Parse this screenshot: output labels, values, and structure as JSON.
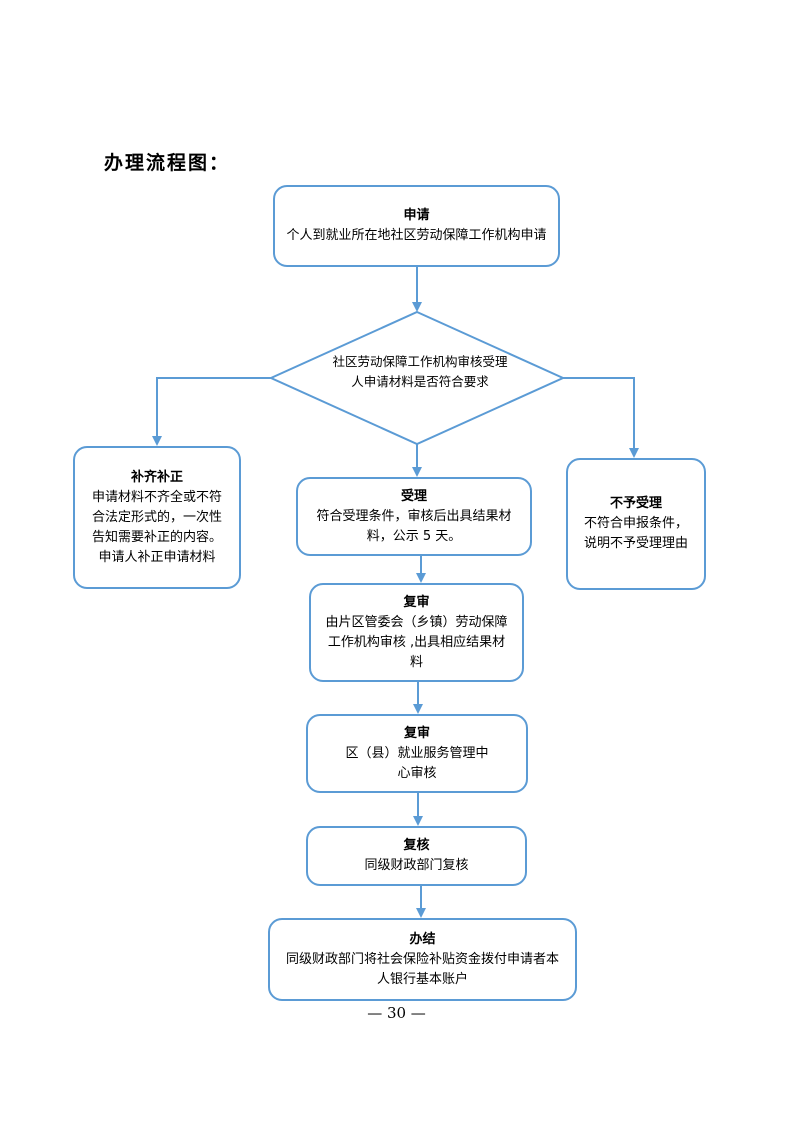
{
  "heading": "办理流程图：",
  "nodes": {
    "apply": {
      "title": "申请",
      "text": "个人到就业所在地社区劳动保障工作机构申请"
    },
    "decision": {
      "text": "社区劳动保障工作机构审核受理人申请材料是否符合要求"
    },
    "supplement": {
      "title": "补齐补正",
      "text": "申请材料不齐全或不符合法定形式的，一次性告知需要补正的内容。申请人补正申请材料"
    },
    "accept": {
      "title": "受理",
      "text": "符合受理条件，审核后出具结果材料，公示 5 天。"
    },
    "reject": {
      "title": "不予受理",
      "text": "不符合申报条件，说明不予受理理由"
    },
    "review1": {
      "title": "复审",
      "text": "由片区管委会（乡镇）劳动保障工作机构审核 ,出具相应结果材料"
    },
    "review2": {
      "title": "复审",
      "text": "区（县）就业服务管理中心审核"
    },
    "recheck": {
      "title": "复核",
      "text": "同级财政部门复核"
    },
    "complete": {
      "title": "办结",
      "text": "同级财政部门将社会保险补贴资金拨付申请者本人银行基本账户"
    }
  },
  "page_number": "— 30 —",
  "colors": {
    "border": "#5b9bd5",
    "arrow": "#5b9bd5"
  }
}
